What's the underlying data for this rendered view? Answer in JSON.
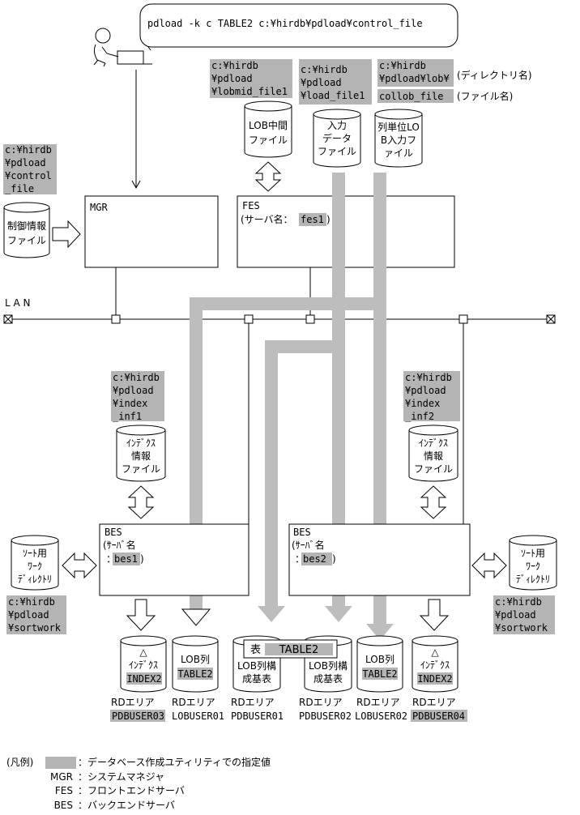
{
  "command": "pdload -k c TABLE2 c:¥hirdb¥pdload¥control_file",
  "lan_label": "L A N",
  "control_file": {
    "path": [
      "c:¥hirdb",
      "¥pdload",
      "¥control",
      "_file"
    ],
    "name": [
      "制御情報",
      "ファイル"
    ]
  },
  "lob_mid_file": {
    "path": [
      "c:¥hirdb",
      "¥pdload",
      "¥lobmid_file1"
    ],
    "name": [
      "LOB中間",
      "ファイル"
    ]
  },
  "input_file": {
    "path": [
      "c:¥hirdb",
      "¥pdload",
      "¥load_file1"
    ],
    "name": [
      "入力",
      "データ",
      "ファイル"
    ]
  },
  "lob_input_file": {
    "dir_path": [
      "c:¥hirdb",
      "¥pdload¥lob¥"
    ],
    "dir_note": "(ディレクトリ名)",
    "file_path": "collob_file",
    "file_note": "(ファイル名)",
    "name": [
      "列単位LO",
      "B入力フ",
      "ァイル"
    ]
  },
  "mgr": {
    "label": "MGR"
  },
  "fes": {
    "label": "FES",
    "server_line": "(サーバ名：",
    "server_name": "fes1",
    "close": ")"
  },
  "bes1": {
    "label": "BES",
    "server_line": "(ｻｰﾊﾞ名",
    "prefix": "：",
    "server_name": "bes1",
    "close": ")",
    "index_path": [
      "c:¥hirdb",
      "¥pdload",
      "¥index",
      "_inf1"
    ],
    "index_name": [
      "ｲﾝﾃﾞｸｽ",
      "情報",
      "ファイル"
    ],
    "sort_path": [
      "c:¥hirdb",
      "¥pdload",
      "¥sortwork"
    ],
    "sort_name": [
      "ｿｰﾄ用",
      "ﾜｰｸ",
      "ﾃﾞｨﾚｸﾄﾘ"
    ]
  },
  "bes2": {
    "label": "BES",
    "server_line": "(ｻｰﾊﾞ名",
    "prefix": "：",
    "server_name": "bes2",
    "close": ")",
    "index_path": [
      "c:¥hirdb",
      "¥pdload",
      "¥index",
      "_inf2"
    ],
    "index_name": [
      "ｲﾝﾃﾞｸｽ",
      "情報",
      "ファイル"
    ],
    "sort_path": [
      "c:¥hirdb",
      "¥pdload",
      "¥sortwork"
    ],
    "sort_name": [
      "ｿｰﾄ用",
      "ﾜｰｸ",
      "ﾃﾞｨﾚｸﾄﾘ"
    ]
  },
  "table_label": {
    "kanji": "表",
    "name": "TABLE2"
  },
  "rdareas": [
    {
      "inner": [
        "△",
        "ｲﾝﾃﾞｸｽ",
        "INDEX2"
      ],
      "caption": "RDエリア",
      "name": "PDBUSER03",
      "name_hl": true,
      "inner_hl": true
    },
    {
      "inner": [
        "LOB列",
        "TABLE2"
      ],
      "caption": "RDエリア",
      "name": "LOBUSER01",
      "name_hl": false,
      "inner_hl": true
    },
    {
      "inner": [
        "LOB列構",
        "成基表"
      ],
      "caption": "RDエリア",
      "name": "PDBUSER01",
      "name_hl": false,
      "inner_hl": false
    },
    {
      "inner": [
        "LOB列構",
        "成基表"
      ],
      "caption": "RDエリア",
      "name": "PDBUSER02",
      "name_hl": false,
      "inner_hl": false
    },
    {
      "inner": [
        "LOB列",
        "TABLE2"
      ],
      "caption": "RDエリア",
      "name": "LOBUSER02",
      "name_hl": false,
      "inner_hl": true
    },
    {
      "inner": [
        "△",
        "ｲﾝﾃﾞｸｽ",
        "INDEX2"
      ],
      "caption": "RDエリア",
      "name": "PDBUSER04",
      "name_hl": true,
      "inner_hl": true
    }
  ],
  "legend": {
    "title": "(凡例)",
    "items": [
      {
        "key": "",
        "text": "：データベース作成ユティリティでの指定値"
      },
      {
        "key": "MGR",
        "text": "：システムマネジャ"
      },
      {
        "key": "FES",
        "text": "：フロントエンドサーバ"
      },
      {
        "key": "BES",
        "text": "：バックエンドサーバ"
      }
    ]
  },
  "colors": {
    "highlight": "#b4b4b4",
    "pipe": "#bdbdbd",
    "stroke": "#000000"
  }
}
